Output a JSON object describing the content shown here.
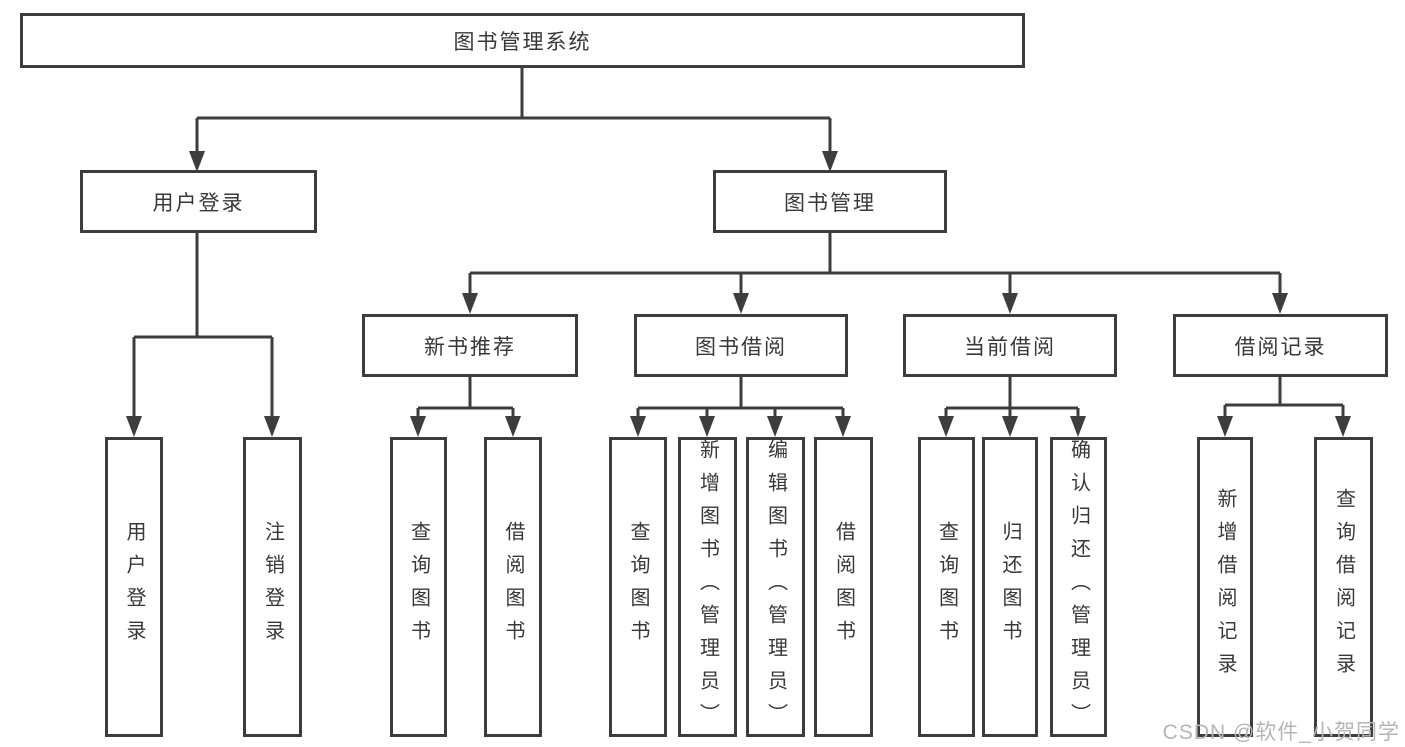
{
  "diagram": {
    "root": {
      "label": "图书管理系统"
    },
    "level2": {
      "user_login": "用户登录",
      "book_mgmt": "图书管理"
    },
    "level3": {
      "new_books": "新书推荐",
      "book_borrow": "图书借阅",
      "current_borrow": "当前借阅",
      "borrow_records": "借阅记录"
    },
    "leaves": {
      "user_login_leaf": "用户登录",
      "logout": "注销登录",
      "nb_query": "查询图书",
      "nb_borrow": "借阅图书",
      "bb_query": "查询图书",
      "bb_add": "新增图书（管理员）",
      "bb_edit": "编辑图书（管理员）",
      "bb_borrow": "借阅图书",
      "cb_query": "查询图书",
      "cb_return": "归还图书",
      "cb_confirm": "确认归还（管理员）",
      "br_add": "新增借阅记录",
      "br_query": "查询借阅记录"
    }
  },
  "watermark": {
    "text": "CSDN @软件_小贺同学"
  },
  "colors": {
    "line": "#3d3d3d",
    "node_border": "#3d3d3d",
    "text": "#383838",
    "watermark": "#b5b5b5",
    "background": "#ffffff"
  }
}
